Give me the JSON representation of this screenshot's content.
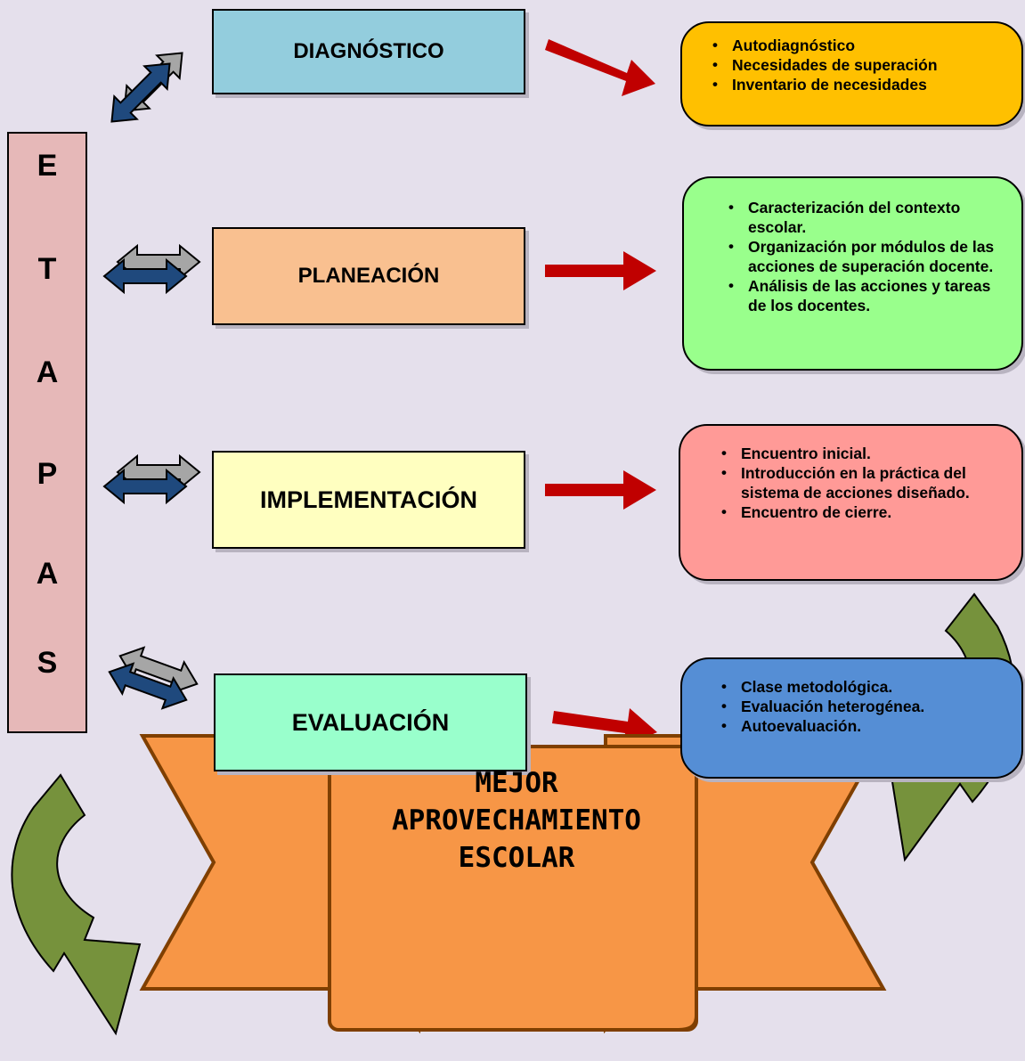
{
  "etapas": {
    "letters": [
      "E",
      "T",
      "A",
      "P",
      "A",
      "S"
    ]
  },
  "stages": [
    {
      "label": "DIAGNÓSTICO",
      "color": "#93cddd",
      "details_color": "#ffc000",
      "items": [
        "Autodiagnóstico",
        "Necesidades de superación",
        "Inventario de necesidades"
      ]
    },
    {
      "label": "PLANEACIÓN",
      "color": "#f9c090",
      "details_color": "#99ff8c",
      "items": [
        "Caracterización del contexto escolar.",
        "Organización por módulos de las acciones de superación docente.",
        "Análisis de las acciones y tareas de los docentes."
      ]
    },
    {
      "label": "IMPLEMENTACIÓN",
      "color": "#ffffc0",
      "details_color": "#ff9a97",
      "items": [
        "Encuentro inicial.",
        " Introducción en la práctica del sistema de acciones diseñado.",
        "Encuentro de cierre."
      ]
    },
    {
      "label": "EVALUACIÓN",
      "color": "#99ffcc",
      "details_color": "#558ed5",
      "items": [
        "Clase metodológica.",
        " Evaluación heterogénea.",
        "Autoevaluación."
      ]
    }
  ],
  "result": {
    "lines": [
      "MEJOR",
      "APROVECHAMIENTO",
      "ESCOLAR"
    ],
    "color": "#f79646"
  },
  "colors": {
    "background": "#e5e0ec",
    "etapas": "#e6b8b8",
    "red_arrow": "#c00000",
    "double_arrow": "#1f497d",
    "green_arrow": "#76923c"
  }
}
